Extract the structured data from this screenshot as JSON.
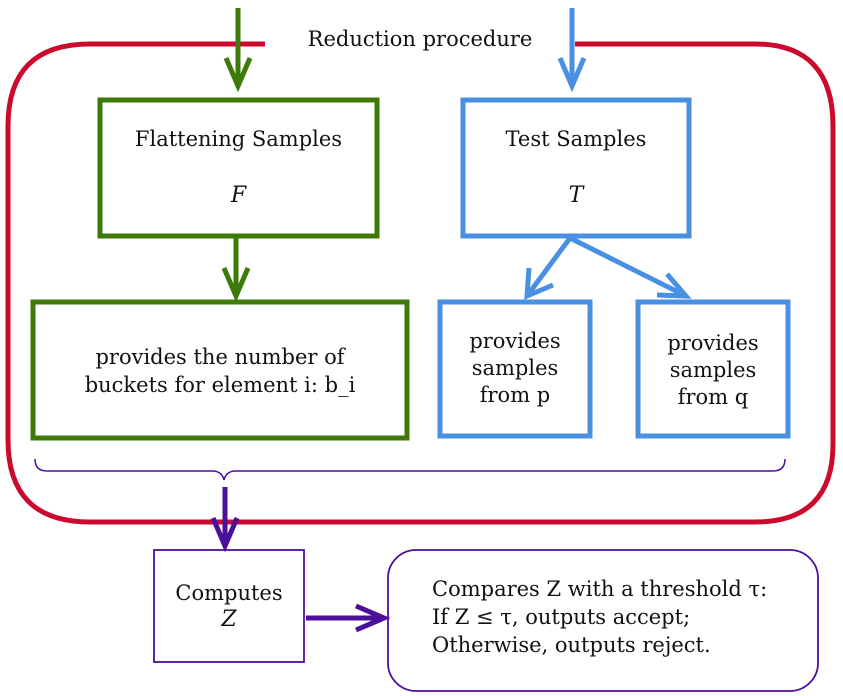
{
  "title": "Reduction procedure",
  "flattening": {
    "label": "Flattening Samples",
    "symbol": "F"
  },
  "test": {
    "label": "Test Samples",
    "symbol": "T"
  },
  "buckets": {
    "line1": "provides the number of",
    "line2": "buckets for element i: b_i"
  },
  "samples_p": {
    "line1": "provides",
    "line2": "samples",
    "line3": "from p"
  },
  "samples_q": {
    "line1": "provides",
    "line2": "samples",
    "line3": "from q"
  },
  "computes": {
    "label": "Computes",
    "symbol": "Z"
  },
  "compare": {
    "line1": "Compares Z with a threshold τ:",
    "line2": "If Z ≤ τ, outputs accept;",
    "line3": "Otherwise, outputs reject."
  },
  "colors": {
    "red": "#cc0a2d",
    "green": "#3d7a0a",
    "blue": "#4a90e2",
    "purple": "#4b0f9c"
  }
}
